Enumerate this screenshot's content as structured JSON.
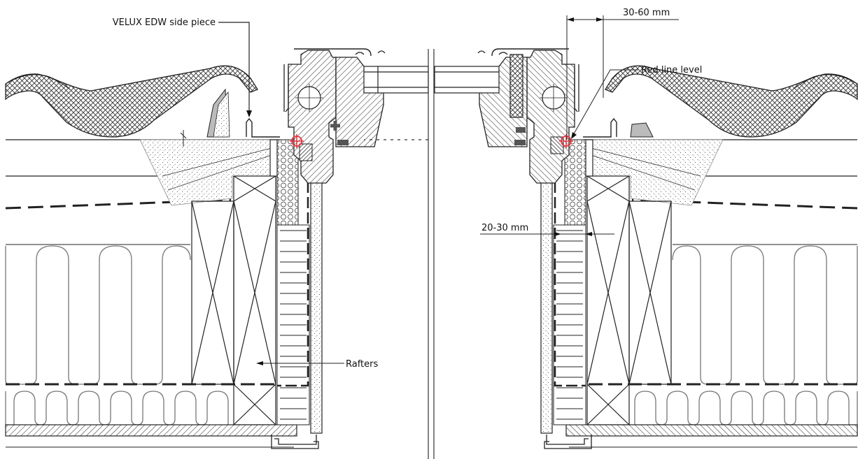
{
  "labels": {
    "side_piece": "VELUX EDW side piece",
    "dim_top": "30-60 mm",
    "red_line": "Red line level",
    "dim_mid": "20-30 mm",
    "rafters": "Rafters"
  },
  "colors": {
    "line": "#222222",
    "marker": "#e8323c",
    "dark_block": "#555555"
  }
}
